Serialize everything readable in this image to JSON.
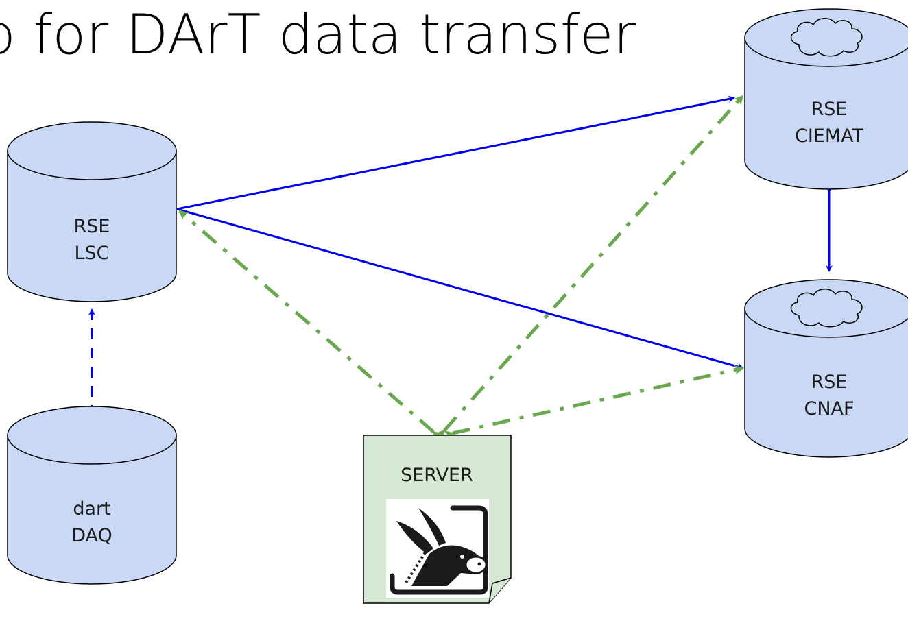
{
  "title": "p for DArT data transfer",
  "colors": {
    "cylinder_fill": "#c9d9f5",
    "server_fill": "#d5e8d4",
    "solid_link": "#0000ee",
    "dashed_link": "#0000ee",
    "green_link": "#6aa84f",
    "outline": "#000000"
  },
  "nodes": {
    "rse_lsc": {
      "line1": "RSE",
      "line2": "LSC"
    },
    "dart_daq": {
      "line1": "dart",
      "line2": "DAQ"
    },
    "rse_ciemat": {
      "line1": "RSE",
      "line2": "CIEMAT",
      "icon": "cloud-icon"
    },
    "rse_cnaf": {
      "line1": "RSE",
      "line2": "CNAF",
      "icon": "cloud-icon"
    },
    "server": {
      "label": "SERVER",
      "icon": "donkey-logo"
    }
  }
}
